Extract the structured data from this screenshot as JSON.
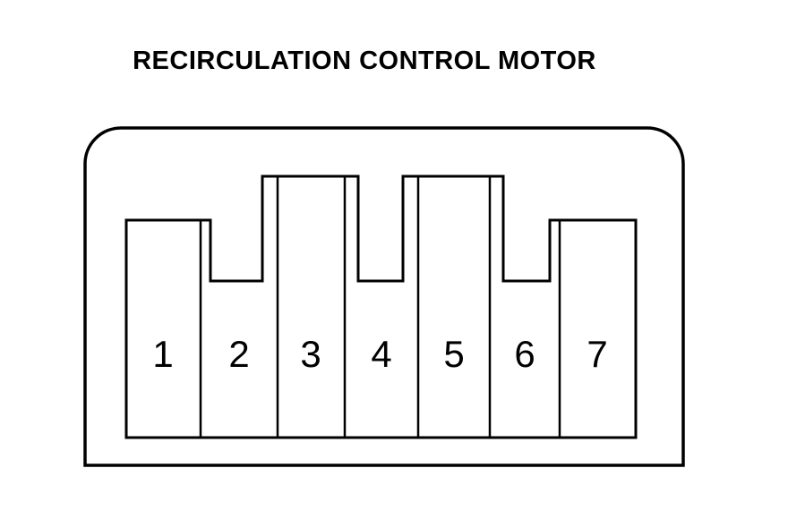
{
  "title": "RECIRCULATION CONTROL MOTOR",
  "diagram": {
    "type": "connector-pinout",
    "pin_count": 7,
    "pins": [
      "1",
      "2",
      "3",
      "4",
      "5",
      "6",
      "7"
    ]
  },
  "colors": {
    "line": "#000000",
    "text": "#000000",
    "background": "#ffffff"
  }
}
